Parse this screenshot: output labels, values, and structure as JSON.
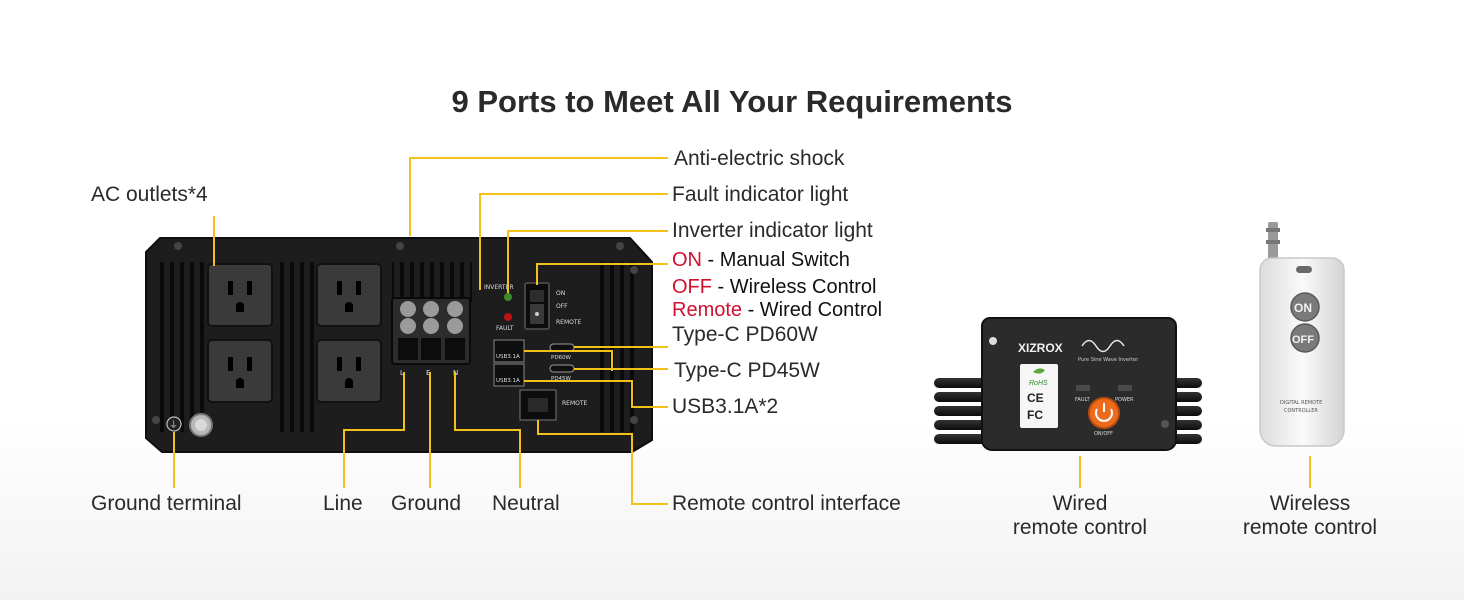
{
  "title": "9 Ports to Meet All Your Requirements",
  "callouts": {
    "ac_outlets": "AC outlets*4",
    "anti_shock": "Anti-electric shock",
    "fault_light": "Fault indicator light",
    "inverter_light": "Inverter indicator light",
    "switch_on_key": "ON",
    "switch_on_desc": " - Manual Switch",
    "switch_off_key": "OFF",
    "switch_off_desc": " - Wireless Control",
    "switch_remote_key": "Remote",
    "switch_remote_desc": " - Wired Control",
    "typec_60": "Type-C PD60W",
    "typec_45": "Type-C PD45W",
    "usb": "USB3.1A*2",
    "remote_interface": "Remote control interface",
    "ground_terminal": "Ground terminal",
    "line": "Line",
    "ground": "Ground",
    "neutral": "Neutral",
    "wired_remote": [
      "Wired",
      "remote control"
    ],
    "wireless_remote": [
      "Wireless",
      "remote control"
    ]
  },
  "panel_text": {
    "inverter": "INVERTER",
    "fault": "FAULT",
    "on": "ON",
    "off": "OFF",
    "remote": "REMOTE",
    "usb1": "USB3.1A",
    "usb2": "USB3.1A",
    "pd60": "PD60W",
    "pd45": "PD45W",
    "remote_port": "REMOTE",
    "term_l": "L",
    "term_e": "E",
    "term_n": "N"
  },
  "wired_device": {
    "brand": "XIZROX",
    "subtitle": "Pure Sine Wave Inverter",
    "rohs": "RoHS",
    "ce": "CE",
    "fc": "FC",
    "fault": "FAULT",
    "power": "POWER",
    "onoff": "ON/OFF"
  },
  "wireless_device": {
    "on": "ON",
    "off": "OFF",
    "caption_1": "DIGITAL REMOTE",
    "caption_2": "CONTROLLER"
  },
  "colors": {
    "leader": "#f2c21a",
    "accent_red": "#d0102f",
    "panel": "#1d1d1d"
  }
}
